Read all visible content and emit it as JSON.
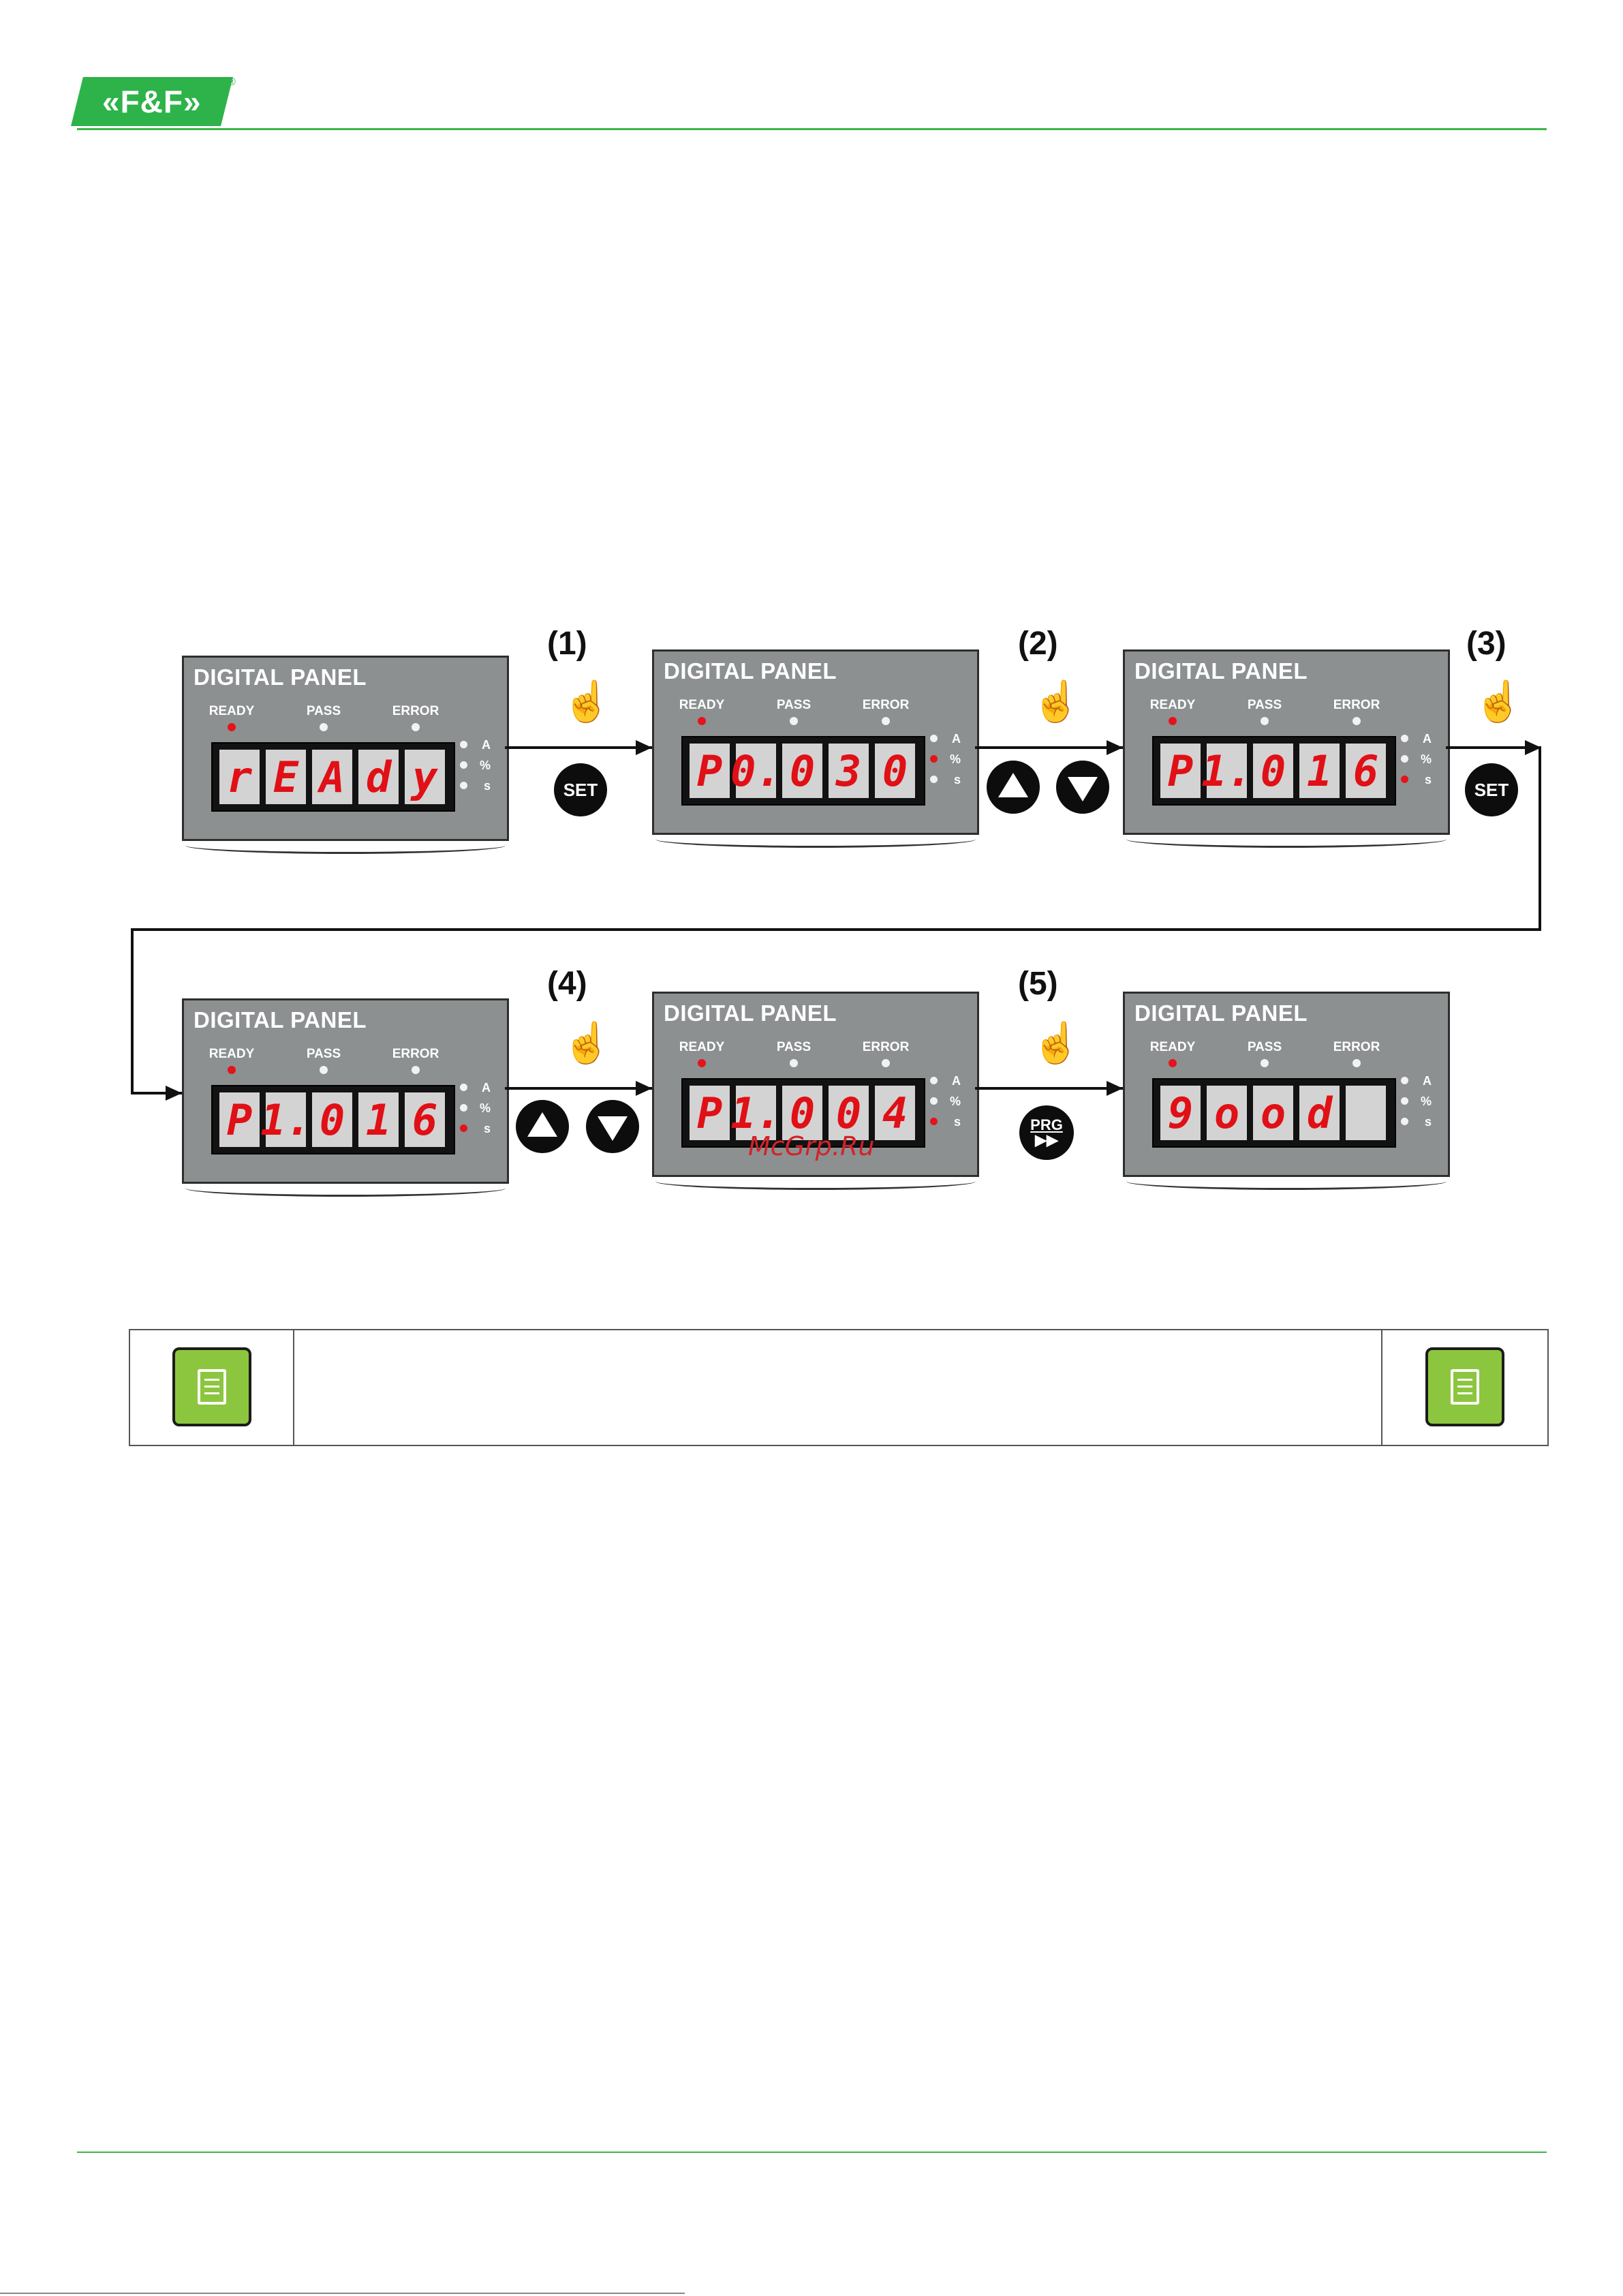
{
  "header": {
    "logo_text": "«F&F»",
    "logo_mark": "®"
  },
  "diagram": {
    "panel_title": "DIGITAL PANEL",
    "indicators": [
      "READY",
      "PASS",
      "ERROR"
    ],
    "units": [
      "A",
      "%",
      "s"
    ],
    "steps": [
      "(1)",
      "(2)",
      "(3)",
      "(4)",
      "(5)"
    ],
    "buttons": {
      "set": "SET",
      "prg": "PRG"
    },
    "panels": [
      {
        "digits": [
          "r",
          "E",
          "A",
          "d",
          "y"
        ],
        "unit_on": "none"
      },
      {
        "digits": [
          "P",
          "0.",
          "0",
          "3",
          "0"
        ],
        "unit_on": "%"
      },
      {
        "digits": [
          "P",
          "1.",
          "0",
          "1",
          "6"
        ],
        "unit_on": "s"
      },
      {
        "digits": [
          "P",
          "1.",
          "0",
          "1",
          "6"
        ],
        "unit_on": "s"
      },
      {
        "digits": [
          "P",
          "1.",
          "0",
          "0",
          "4"
        ],
        "unit_on": "s"
      },
      {
        "digits": [
          "9",
          "o",
          "o",
          "d",
          ""
        ],
        "unit_on": "none"
      }
    ]
  },
  "watermark": "McGrp.Ru"
}
